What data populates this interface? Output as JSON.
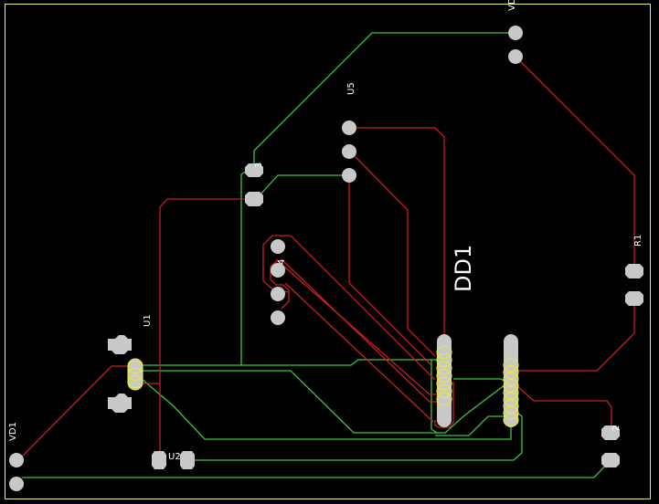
{
  "view": {
    "type": "pcb-layout",
    "background_color": "#000000",
    "outline_color": "#f0f080",
    "top_layer_color": "#c42020",
    "bottom_layer_color": "#3ec43e",
    "pad_color": "#c8c8c8",
    "smd_highlight_color": "#e8e840",
    "silkscreen_color": "#ffffff"
  },
  "components": [
    {
      "ref": "VD",
      "label": "VD",
      "kind": "diode-2pin"
    },
    {
      "ref": "U5",
      "label": "U5",
      "kind": "3pin"
    },
    {
      "ref": "U3",
      "label": "3",
      "kind": "2pin-octagon"
    },
    {
      "ref": "U4",
      "label": "4",
      "kind": "4pin"
    },
    {
      "ref": "DD1",
      "label": "DD1",
      "kind": "ic-2x-row"
    },
    {
      "ref": "R1",
      "label": "R1",
      "kind": "resistor-2pin"
    },
    {
      "ref": "U1",
      "label": "U1",
      "kind": "smd-connector"
    },
    {
      "ref": "VD1",
      "label": "VD1",
      "kind": "diode-2pin"
    },
    {
      "ref": "U2",
      "label": "U2",
      "kind": "2pin-octagon"
    },
    {
      "ref": "C2",
      "label": "2",
      "kind": "2pin-octagon"
    }
  ]
}
